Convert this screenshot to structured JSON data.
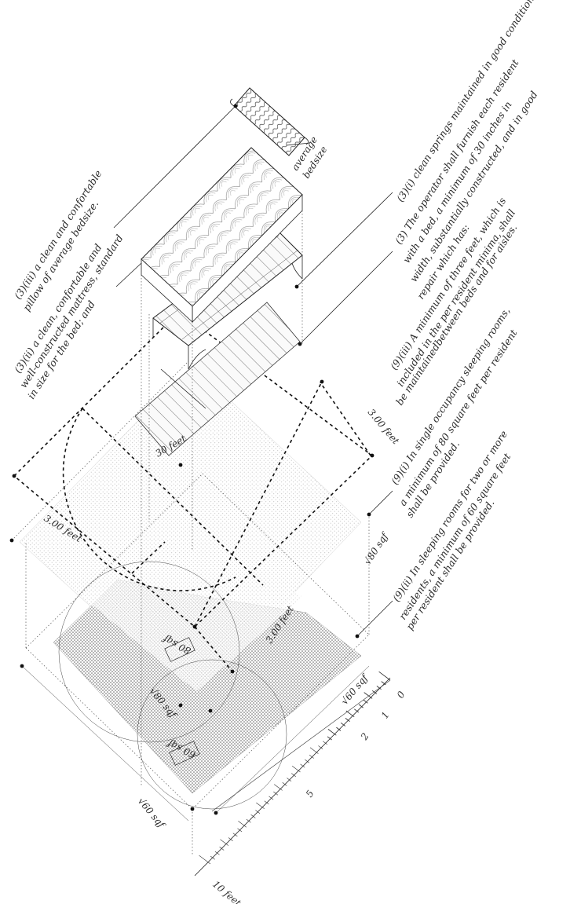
{
  "annotations": {
    "springs": "(3)(i) clean springs maintained in good condition;",
    "bed_furnish_1": "(3) The operator shall furnish each resident",
    "bed_furnish_2": "with a bed, a minimum of 30 inches in",
    "bed_furnish_3": "width, substantially constructed, and in good",
    "bed_furnish_4": "repair which has:",
    "pillow_1": "(3)(iii) a clean and confortable",
    "pillow_2": "pillow of average bedsize.",
    "mattress_1": "(3)(ii) a clean, confortable and",
    "mattress_2": "well-constructed mattress, standard",
    "mattress_3": "in size for the bed; and",
    "aisle_1": "(9)(iii) A minimum of three feet, which is",
    "aisle_2": "included in the per resident minima, shall",
    "aisle_3": "be maintainedbetween beds and for aisles.",
    "single_1": "(9)(i) In single occupancy sleeping rooms,",
    "single_2": "a minimum of 80 square feet per resident",
    "single_3": "shall be provided.",
    "multi_1": "(9)(ii) In sleeping rooms for two or more",
    "multi_2": "residents, a minimum of 60 square feet",
    "multi_3": "per resident shall be provided."
  },
  "dimensions": {
    "bedsize_1": "average",
    "bedsize_2": "bedsize",
    "thirty_in": "30 feet",
    "three_ft_a": "3.00 feet",
    "three_ft_b": "3.00 feet",
    "three_ft_c": "3.00 feet",
    "root80_a": "√80 sqf",
    "root80_b": "√80 sqf",
    "area80": "80 sqf",
    "root60_a": "√60 sqf",
    "root60_b": "√60 sqf",
    "area60": "60 sqf"
  },
  "scale_bar": {
    "ticks": [
      "0",
      "1",
      "2",
      "5"
    ],
    "end_label": "10 feet"
  }
}
